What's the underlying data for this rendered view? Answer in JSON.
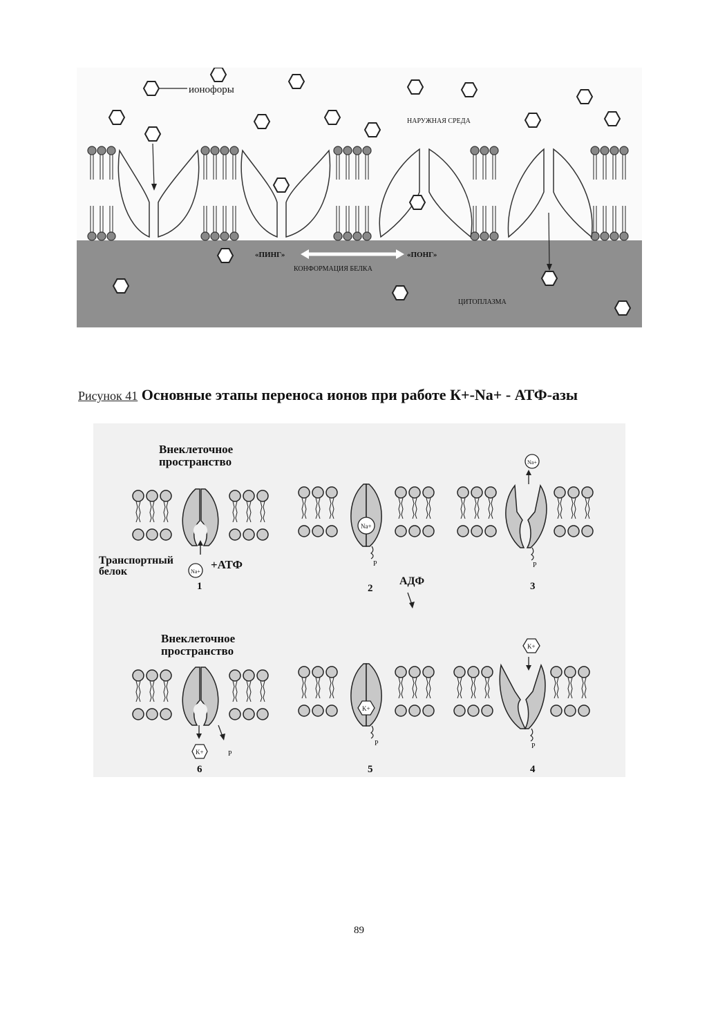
{
  "figure1": {
    "ionophore_label": "ионофоры",
    "outer_label": "НАРУЖНАЯ СРЕДА",
    "ping_label": "«ПИНГ»",
    "pong_label": "«ПОНГ»",
    "conformation_label": "КОНФОРМАЦИЯ БЕЛКА",
    "cytoplasm_label": "ЦИТОПЛАЗМА"
  },
  "caption": {
    "label": "Рисунок 41",
    "title": "Основные этапы переноса ионов при работе К+-Na+ - АТФ-азы"
  },
  "figure2": {
    "extracellular_top": [
      "Внеклеточное",
      "пространство"
    ],
    "extracellular_bottom": [
      "Внеклеточное",
      "пространство"
    ],
    "transport_protein": [
      "Транспортный",
      "белок"
    ],
    "atp": "+АТФ",
    "adp": "АДФ",
    "ion_na": "Na+",
    "ion_k": "K+",
    "phosphate": "P",
    "step_labels": [
      "1",
      "2",
      "3",
      "6",
      "5",
      "4"
    ]
  },
  "page_number": "89"
}
